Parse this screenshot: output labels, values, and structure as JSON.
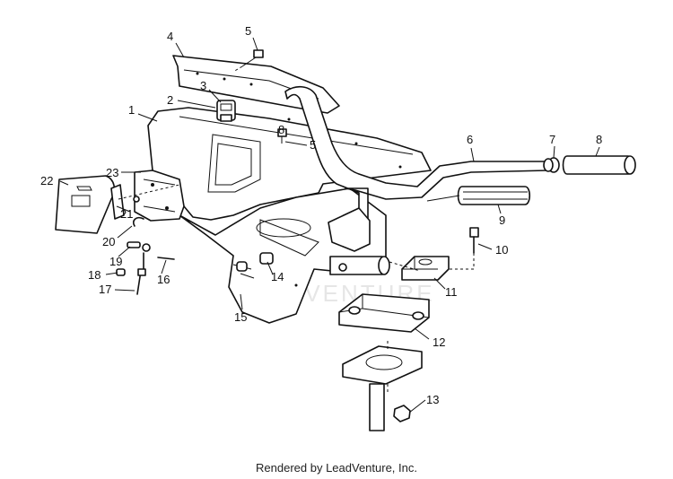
{
  "watermark": "LEADVENTURE",
  "footer": "Rendered by LeadVenture, Inc.",
  "callouts": [
    "1",
    "2",
    "3",
    "4",
    "5",
    "5",
    "6",
    "7",
    "8",
    "8",
    "9",
    "10",
    "11",
    "12",
    "13",
    "14",
    "15",
    "16",
    "17",
    "18",
    "19",
    "20",
    "21",
    "22",
    "23"
  ],
  "icons": {
    "watermark_logo": "flame-logo-icon"
  }
}
